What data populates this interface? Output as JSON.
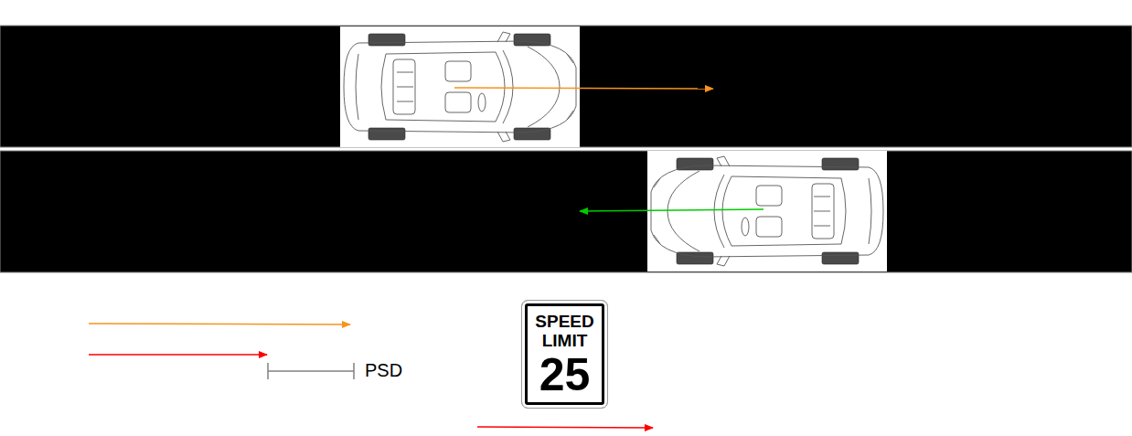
{
  "diagram": {
    "nodes": [
      {
        "text": [
          "SPEED LIMIT",
          "25"
        ]
      }
    ],
    "labels": [
      "PSD"
    ]
  }
}
